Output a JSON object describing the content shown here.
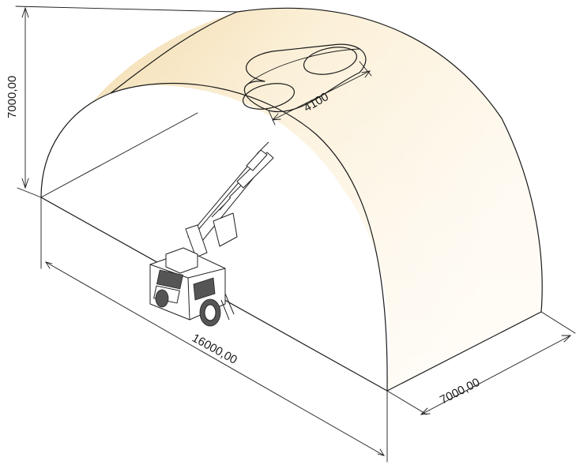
{
  "dimensions": {
    "height": "7000,00",
    "length": "16000,00",
    "width": "7000,00",
    "opening": "4100"
  },
  "colors": {
    "roof_light": "#fff8ea",
    "roof_dark": "#e9c98e",
    "line": "#1a1a1a"
  },
  "icons": {
    "machine": "drilling-rig-icon"
  }
}
